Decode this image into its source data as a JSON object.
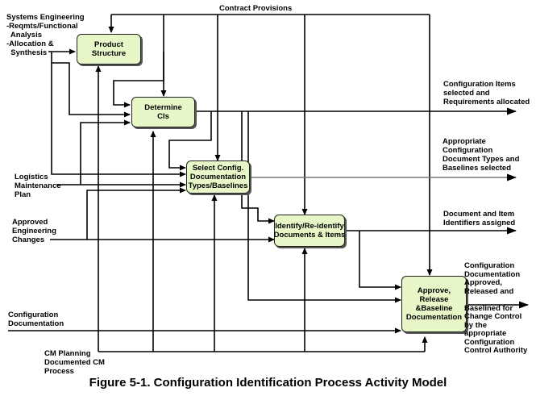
{
  "boxes": {
    "product_structure": "Product\nStructure",
    "determine_cis": "Determine\nCIs",
    "select_config": "Select Config.\nDocumentation\nTypes/Baselines",
    "identify": "Identify/Re-identify\nDocuments & Items",
    "approve": "Approve,\nRelease\n&Baseline\nDocumentation"
  },
  "inputs": {
    "systems_engineering": "Systems Engineering\n-Reqmts/Functional\n  Analysis\n-Allocation &\n  Synthesis",
    "contract_provisions": "Contract Provisions",
    "logistics": "Logistics\nMaintenance\nPlan",
    "approved_changes": "Approved\nEngineering\nChanges",
    "config_documentation": "Configuration\nDocumentation",
    "cm_planning": "CM Planning\nDocumented CM\nProcess"
  },
  "outputs": {
    "config_items": "Configuration Items\nselected and\nRequirements allocated",
    "doc_types": "Appropriate\nConfiguration\nDocument Types and\nBaselines selected",
    "identifiers": "Document and Item\nIdentifiers assigned",
    "approved_docs": "Configuration\nDocumentation\nApproved,\nReleased and\n\nBaselined for\nChange Control\nby the\nappropriate\nConfiguration\nControl Authority"
  },
  "caption": "Figure 5-1.  Configuration Identification Process Activity Model"
}
